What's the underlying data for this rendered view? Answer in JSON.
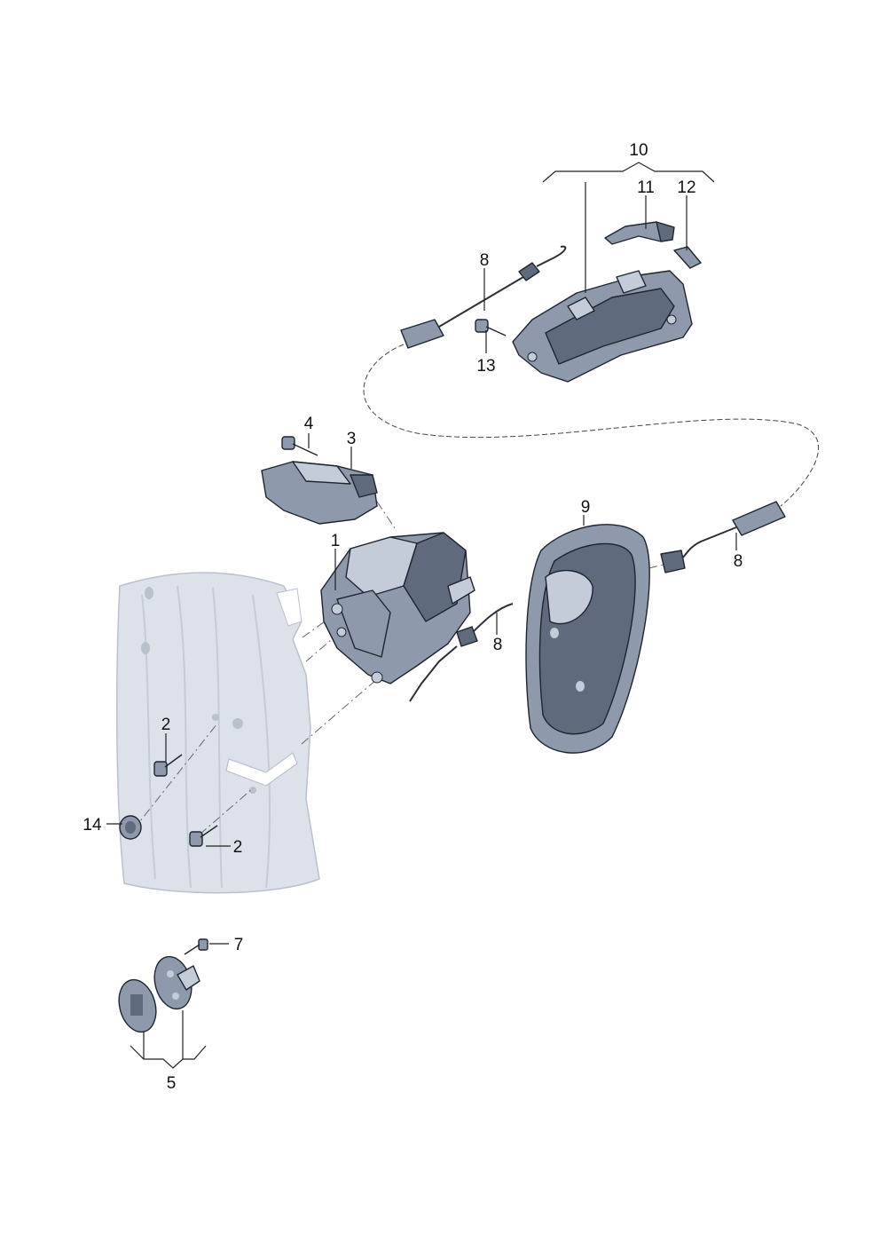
{
  "callouts": {
    "c1": "1",
    "c2a": "2",
    "c2b": "2",
    "c3": "3",
    "c4": "4",
    "c5": "5",
    "c7": "7",
    "c8a": "8",
    "c8b": "8",
    "c8c": "8",
    "c9": "9",
    "c10": "10",
    "c11": "11",
    "c12": "12",
    "c13": "13",
    "c14": "14"
  },
  "colors": {
    "part_fill": "#8e9aab",
    "part_dark": "#5f6b7c",
    "part_light": "#c3ccd8",
    "door_panel": "#dde2ea",
    "door_panel_edge": "#b9c1cd"
  },
  "parts": [
    {
      "number": "1",
      "icon": "door-lock-actuator-icon"
    },
    {
      "number": "2",
      "icon": "screw-icon"
    },
    {
      "number": "3",
      "icon": "lock-cover-icon"
    },
    {
      "number": "4",
      "icon": "screw-icon"
    },
    {
      "number": "5",
      "icon": "striker-plate-icon"
    },
    {
      "number": "7",
      "icon": "screw-icon"
    },
    {
      "number": "8",
      "icon": "bowden-cable-icon"
    },
    {
      "number": "9",
      "icon": "handle-trim-icon"
    },
    {
      "number": "10",
      "icon": "interior-handle-assembly-icon"
    },
    {
      "number": "11",
      "icon": "handle-lever-icon"
    },
    {
      "number": "12",
      "icon": "clip-icon"
    },
    {
      "number": "13",
      "icon": "bolt-icon"
    },
    {
      "number": "14",
      "icon": "plug-icon"
    }
  ]
}
